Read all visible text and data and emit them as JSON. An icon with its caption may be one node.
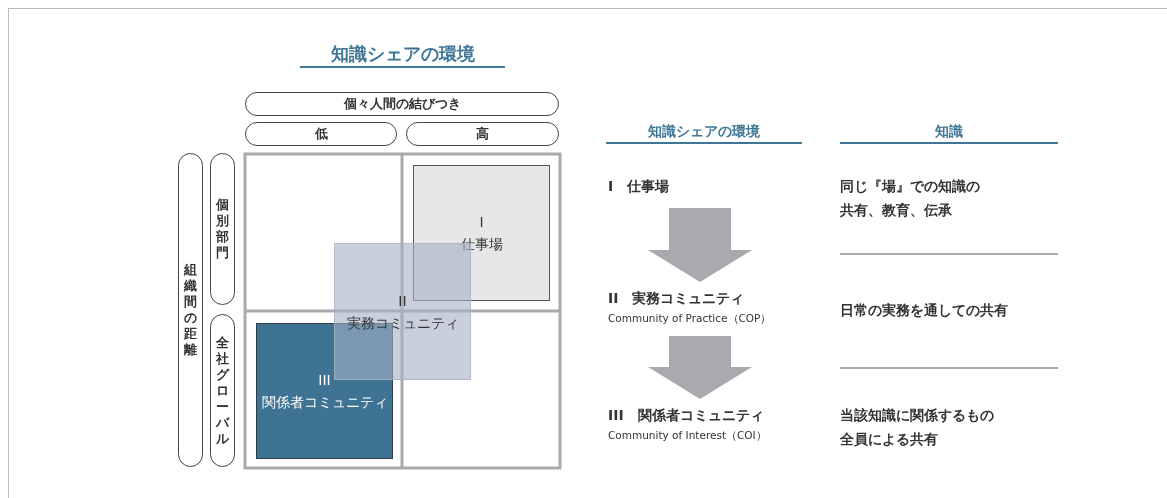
{
  "diagram": {
    "title": "知識シェアの環境",
    "nodes": [
      {
        "text": [
          "個々人間の結びつき"
        ]
      },
      {
        "text": [
          "低"
        ]
      },
      {
        "text": [
          "高"
        ]
      },
      {
        "text": [
          "組織間の距離"
        ]
      },
      {
        "text": [
          "個別部門"
        ]
      },
      {
        "text": [
          "全社グローバル"
        ]
      },
      {
        "text": [
          "I",
          "仕事場"
        ]
      },
      {
        "text": [
          "II",
          "実務コミュニティ"
        ]
      },
      {
        "text": [
          "III",
          "関係者コミュニティ"
        ]
      },
      {
        "text": [
          "I　仕事場"
        ]
      },
      {
        "text": [
          "II　実務コミュニティ",
          "Community of Practice（COP）"
        ]
      },
      {
        "text": [
          "III　関係者コミュニティ",
          "Community of Interest（COI）"
        ]
      }
    ],
    "edges": [
      {
        "from": 9,
        "to": 10,
        "arrow": "to"
      },
      {
        "from": 10,
        "to": 11,
        "arrow": "to"
      }
    ],
    "labels": [
      "知識シェアの環境",
      "知識",
      "同じ『場』での知識の共有、教育、伝承",
      "日常の実務を通しての共有",
      "当該知識に関係するもの全員による共有"
    ]
  }
}
